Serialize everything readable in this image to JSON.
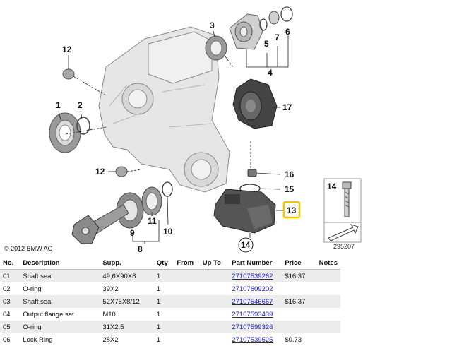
{
  "diagram": {
    "callouts": {
      "c1": "1",
      "c2": "2",
      "c3": "3",
      "c4": "4",
      "c5": "5",
      "c6": "6",
      "c7": "7",
      "c8": "8",
      "c9": "9",
      "c10": "10",
      "c11": "11",
      "c12a": "12",
      "c12b": "12",
      "c13": "13",
      "c14": "14",
      "c15": "15",
      "c16": "16",
      "c17": "17",
      "inset14": "14"
    },
    "copyright": "© 2012 BMW AG",
    "reference_number": "295207",
    "highlight_color": "#f5c400"
  },
  "parts_table": {
    "headers": [
      "No.",
      "Description",
      "Supp.",
      "Qty",
      "From",
      "Up To",
      "Part Number",
      "Price",
      "Notes"
    ],
    "rows": [
      {
        "no": "01",
        "description": "Shaft seal",
        "supp": "49,6X90X8",
        "qty": "1",
        "from": "",
        "upto": "",
        "part_number": "27107539262",
        "price": "$16.37",
        "notes": ""
      },
      {
        "no": "02",
        "description": "O-ring",
        "supp": "39X2",
        "qty": "1",
        "from": "",
        "upto": "",
        "part_number": "27107609202",
        "price": "",
        "notes": ""
      },
      {
        "no": "03",
        "description": "Shaft seal",
        "supp": "52X75X8/12",
        "qty": "1",
        "from": "",
        "upto": "",
        "part_number": "27107546667",
        "price": "$16.37",
        "notes": ""
      },
      {
        "no": "04",
        "description": "Output flange set",
        "supp": "M10",
        "qty": "1",
        "from": "",
        "upto": "",
        "part_number": "27107593439",
        "price": "",
        "notes": ""
      },
      {
        "no": "05",
        "description": "O-ring",
        "supp": "31X2,5",
        "qty": "1",
        "from": "",
        "upto": "",
        "part_number": "27107599326",
        "price": "",
        "notes": ""
      },
      {
        "no": "06",
        "description": "Lock Ring",
        "supp": "28X2",
        "qty": "1",
        "from": "",
        "upto": "",
        "part_number": "27107539525",
        "price": "$0.73",
        "notes": ""
      }
    ]
  }
}
